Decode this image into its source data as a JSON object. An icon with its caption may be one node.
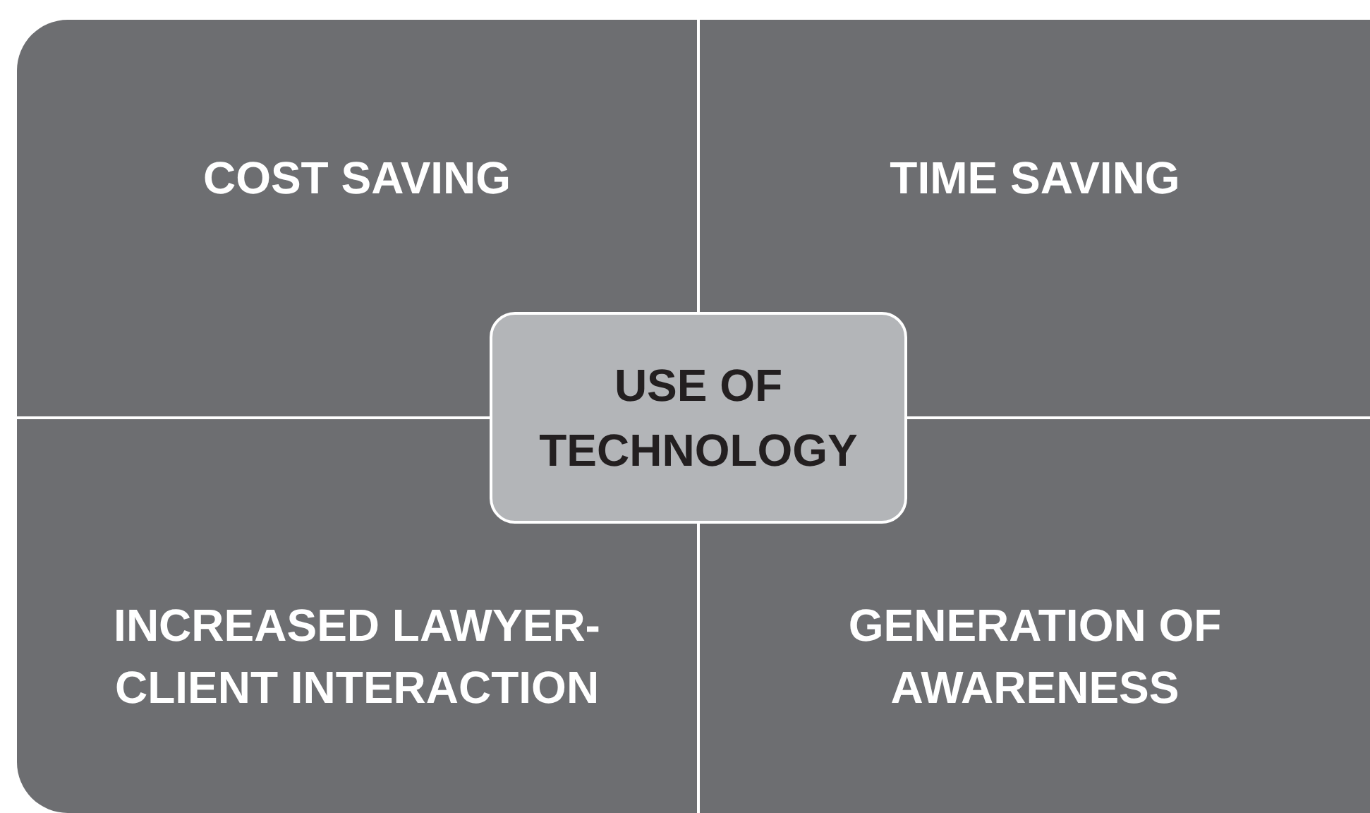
{
  "diagram": {
    "nodes": [
      {
        "text": [
          "COST SAVING"
        ]
      },
      {
        "text": [
          "TIME SAVING"
        ]
      },
      {
        "text": [
          "USE OF TECHNOLOGY"
        ]
      },
      {
        "text": [
          "INCREASED LAWYER-CLIENT INTERACTION"
        ]
      },
      {
        "text": [
          "GENERATION OF AWARENESS"
        ]
      }
    ]
  }
}
